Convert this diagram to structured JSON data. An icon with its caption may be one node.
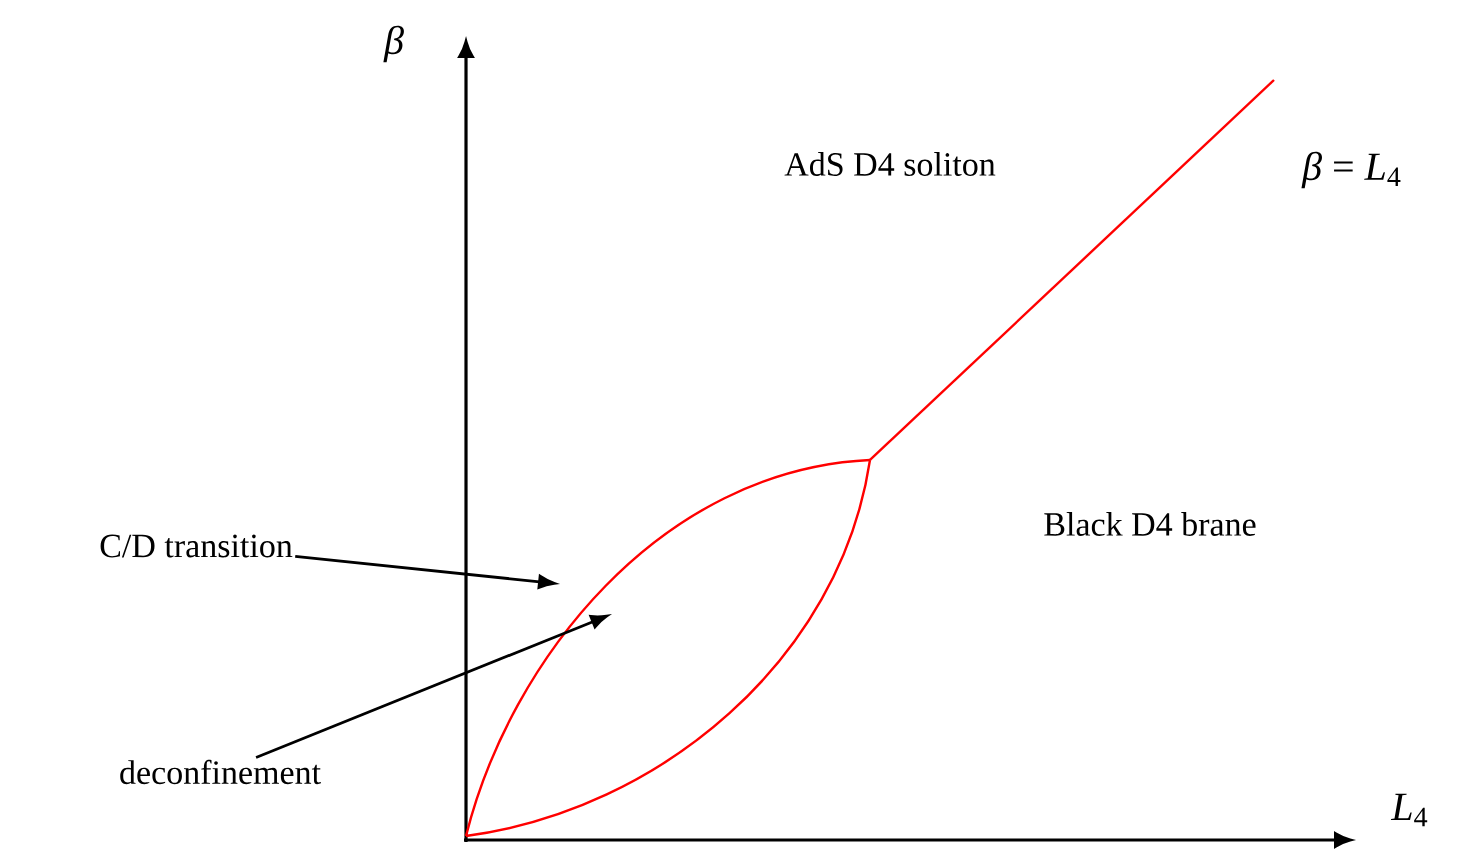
{
  "diagram": {
    "nodes": [
      {
        "text": [
          "C/D transition"
        ]
      },
      {
        "text": [
          "deconfinement"
        ]
      }
    ],
    "edges": [
      {
        "from": 0,
        "to": null,
        "arrow": "to"
      },
      {
        "from": 1,
        "to": null,
        "arrow": "to"
      }
    ],
    "labels": [
      "*β*",
      "AdS D4 soliton",
      "*β* = *L*$_{4}$",
      "Black D4 brane",
      "*L*$_{4}$"
    ]
  }
}
